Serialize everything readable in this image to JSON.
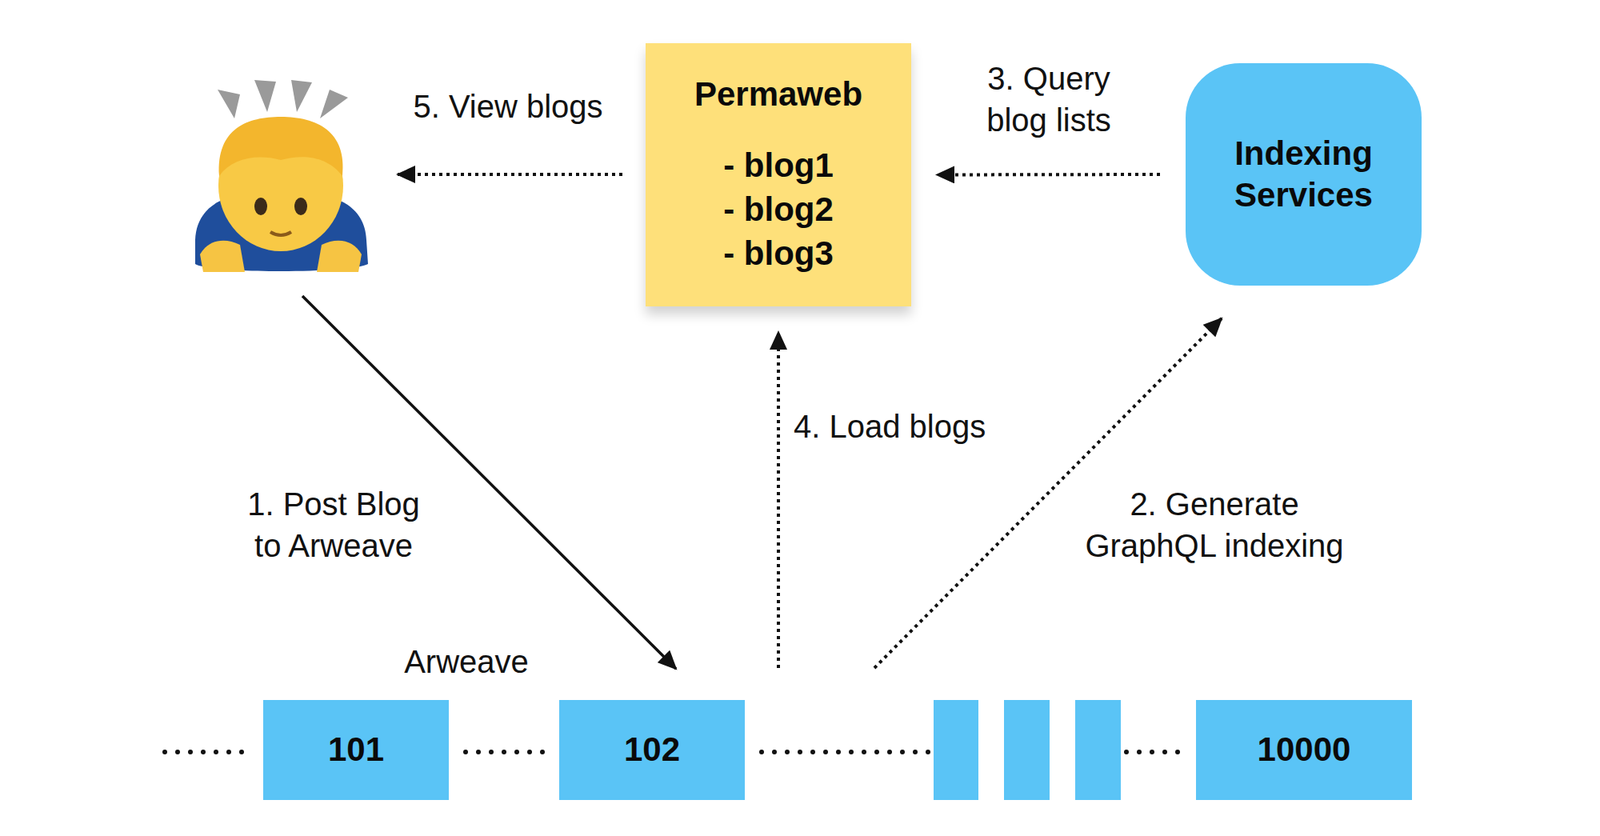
{
  "diagram": {
    "nodes": [
      {
        "text": [
          "Permaweb",
          "- blog1",
          "- blog2",
          "- blog3"
        ]
      },
      {
        "text": [
          "Indexing Services"
        ]
      },
      {
        "text": [
          "101"
        ]
      },
      {
        "text": [
          "102"
        ]
      },
      {
        "text": [
          "10000"
        ]
      }
    ],
    "edges": [
      {
        "from": 1,
        "to": 0,
        "arrow": "to",
        "label": "3. Query blog lists"
      },
      {
        "from": 3,
        "to": 0,
        "arrow": "to",
        "label": "4. Load blogs"
      },
      {
        "from": 3,
        "to": 1,
        "arrow": "to",
        "label": "2. Generate GraphQL indexing"
      }
    ],
    "labels": [
      "5. View blogs",
      "1. Post Blog to Arweave",
      "Arweave"
    ]
  }
}
